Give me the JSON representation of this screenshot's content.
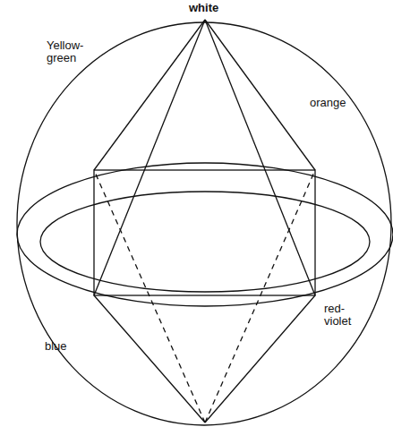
{
  "diagram": {
    "labels": [
      "white",
      "Yellow-green",
      "orange",
      "blue",
      "red-violet"
    ]
  }
}
